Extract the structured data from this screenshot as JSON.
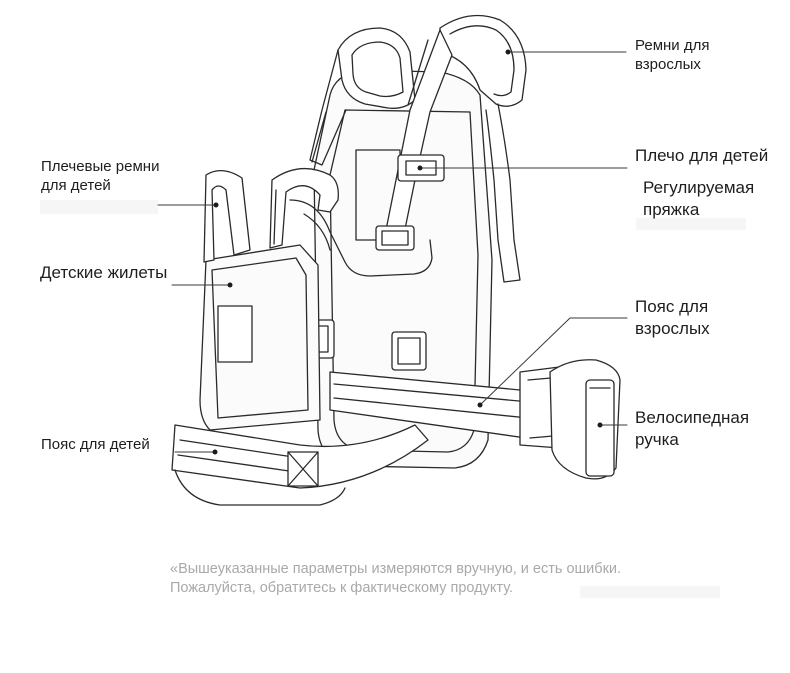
{
  "labels": {
    "adult_straps": "Ремни для\nвзрослых",
    "child_shoulder": "Плечо для детей",
    "adjustable_buckle": "Регулируемая\nпряжка",
    "adult_belt": "Пояс для\nвзрослых",
    "bike_handle": "Велосипедная\nручка",
    "child_shoulder_straps": "Плечевые ремни\nдля детей",
    "child_vests": "Детские жилеты",
    "child_belt": "Пояс для детей"
  },
  "disclaimer": "«Вышеуказанные параметры измеряются вручную, и есть ошибки.\nПожалуйста, обратитесь к фактическому продукту."
}
